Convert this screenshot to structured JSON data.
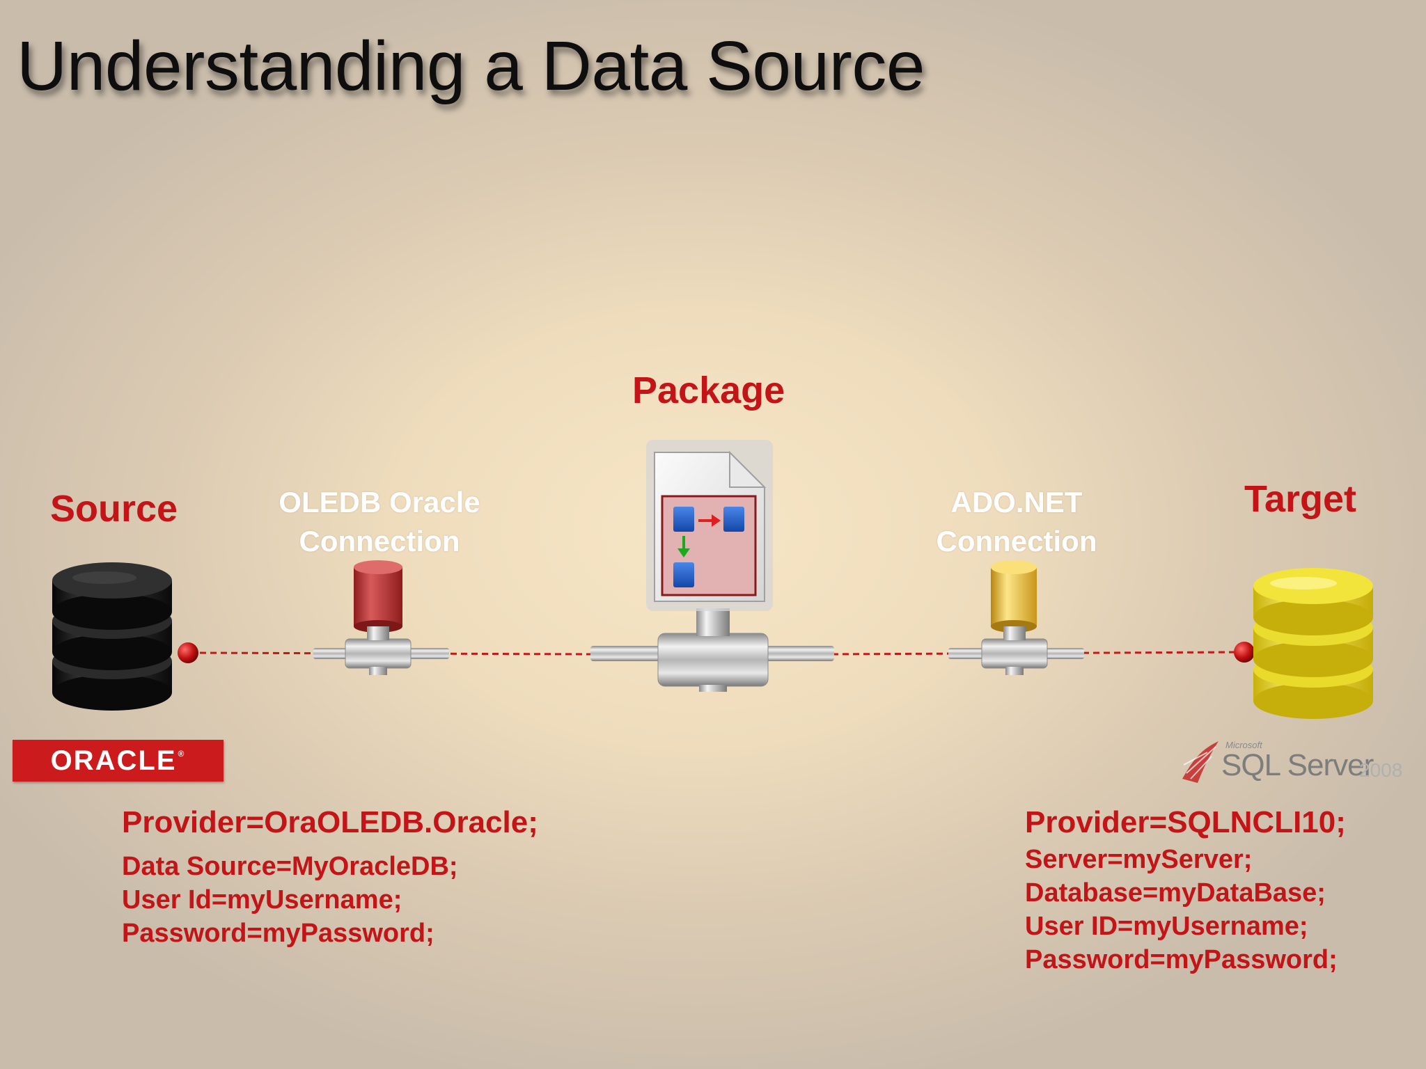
{
  "title": "Understanding a Data Source",
  "labels": {
    "package": "Package",
    "source": "Source",
    "target": "Target",
    "oledb_line1": "OLEDB Oracle",
    "oledb_line2": "Connection",
    "ado_line1": "ADO.NET",
    "ado_line2": "Connection"
  },
  "logos": {
    "oracle": "ORACLE",
    "sql_microsoft": "Microsoft",
    "sql_server": "SQL Server",
    "sql_year": "2008"
  },
  "source_connection": {
    "provider": "Provider=OraOLEDB.Oracle;",
    "lines": [
      "Data Source=MyOracleDB;",
      "User Id=myUsername;",
      "Password=myPassword;"
    ]
  },
  "target_connection": {
    "provider": "Provider=SQLNCLI10;",
    "lines": [
      "Server=myServer;",
      "Database=myDataBase;",
      "User ID=myUsername;",
      "Password=myPassword;"
    ]
  },
  "colors": {
    "label_red": "#c31417",
    "source_db": "#111111",
    "target_db": "#e8d214",
    "oledb_cylinder": "#c23b3b",
    "ado_cylinder": "#e4b62a",
    "dashed_line": "#c01a1a"
  },
  "icons": {
    "source": "database-stack-black-icon",
    "target": "database-stack-yellow-icon",
    "package": "package-document-icon",
    "oledb": "connection-cylinder-red-icon",
    "ado": "connection-cylinder-gold-icon",
    "valve": "pipe-valve-icon"
  }
}
